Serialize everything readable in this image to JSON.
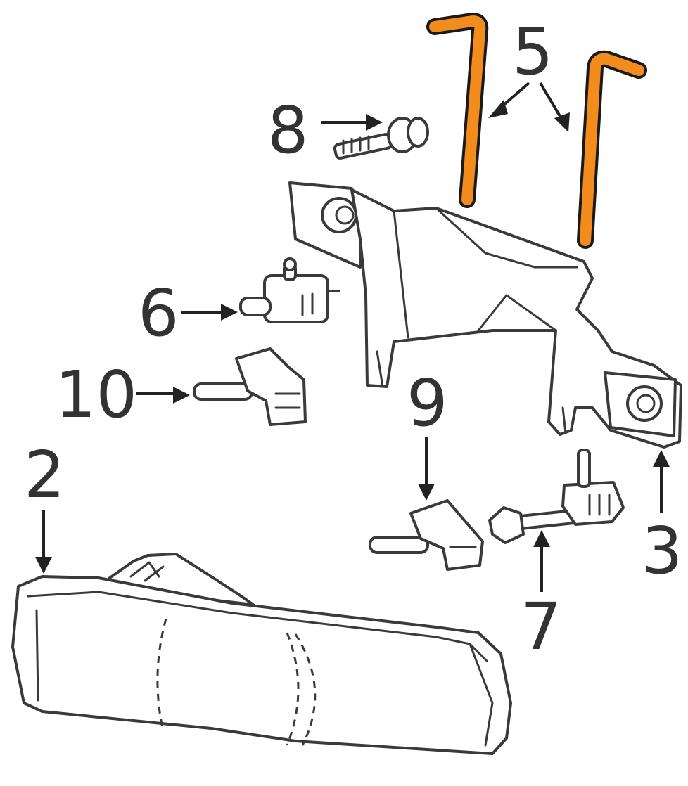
{
  "callouts": {
    "c2": "2",
    "c3": "3",
    "c5": "5",
    "c6": "6",
    "c7": "7",
    "c8": "8",
    "c9": "9",
    "c10": "10"
  },
  "colors": {
    "highlight": "#f28c1c",
    "highlight_outline": "#1a1a1a",
    "linework": "#3a3a3a",
    "background": "#ffffff"
  }
}
